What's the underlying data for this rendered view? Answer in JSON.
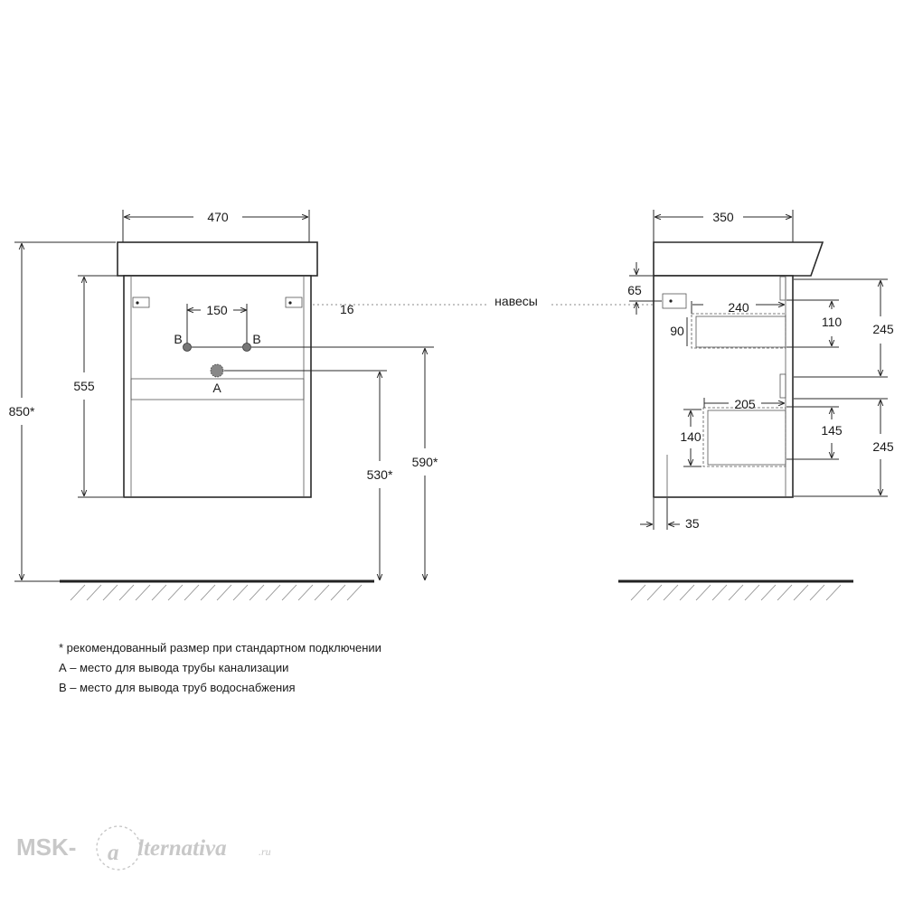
{
  "front_view": {
    "width": "470",
    "body_height": "555",
    "total_height": "850*",
    "pipe_spacing": "150",
    "hinge_offset": "16",
    "label_b_left": "B",
    "label_b_right": "B",
    "label_a": "A",
    "drain_height": "530*",
    "supply_height": "590*"
  },
  "side_view": {
    "depth": "350",
    "hinge_drop": "65",
    "upper_drawer_depth": "240",
    "upper_drawer_height": "110",
    "upper_drawer_inner": "90",
    "upper_section": "245",
    "lower_drawer_depth": "205",
    "lower_drawer_height": "145",
    "lower_drawer_inner": "140",
    "lower_section": "245",
    "plinth": "35"
  },
  "callout": {
    "hinges": "навесы"
  },
  "notes": [
    "* рекомендованный размер при стандартном подключении",
    "А – место для вывода трубы канализации",
    "В – место для вывода труб водоснабжения"
  ],
  "brand": {
    "prefix": "MSK-",
    "letter": "a",
    "tail": "lternativa",
    "suffix": ".ru"
  },
  "colors": {
    "line": "#2a2a2a",
    "watermark": "#c8c8c8",
    "background": "#ffffff"
  }
}
